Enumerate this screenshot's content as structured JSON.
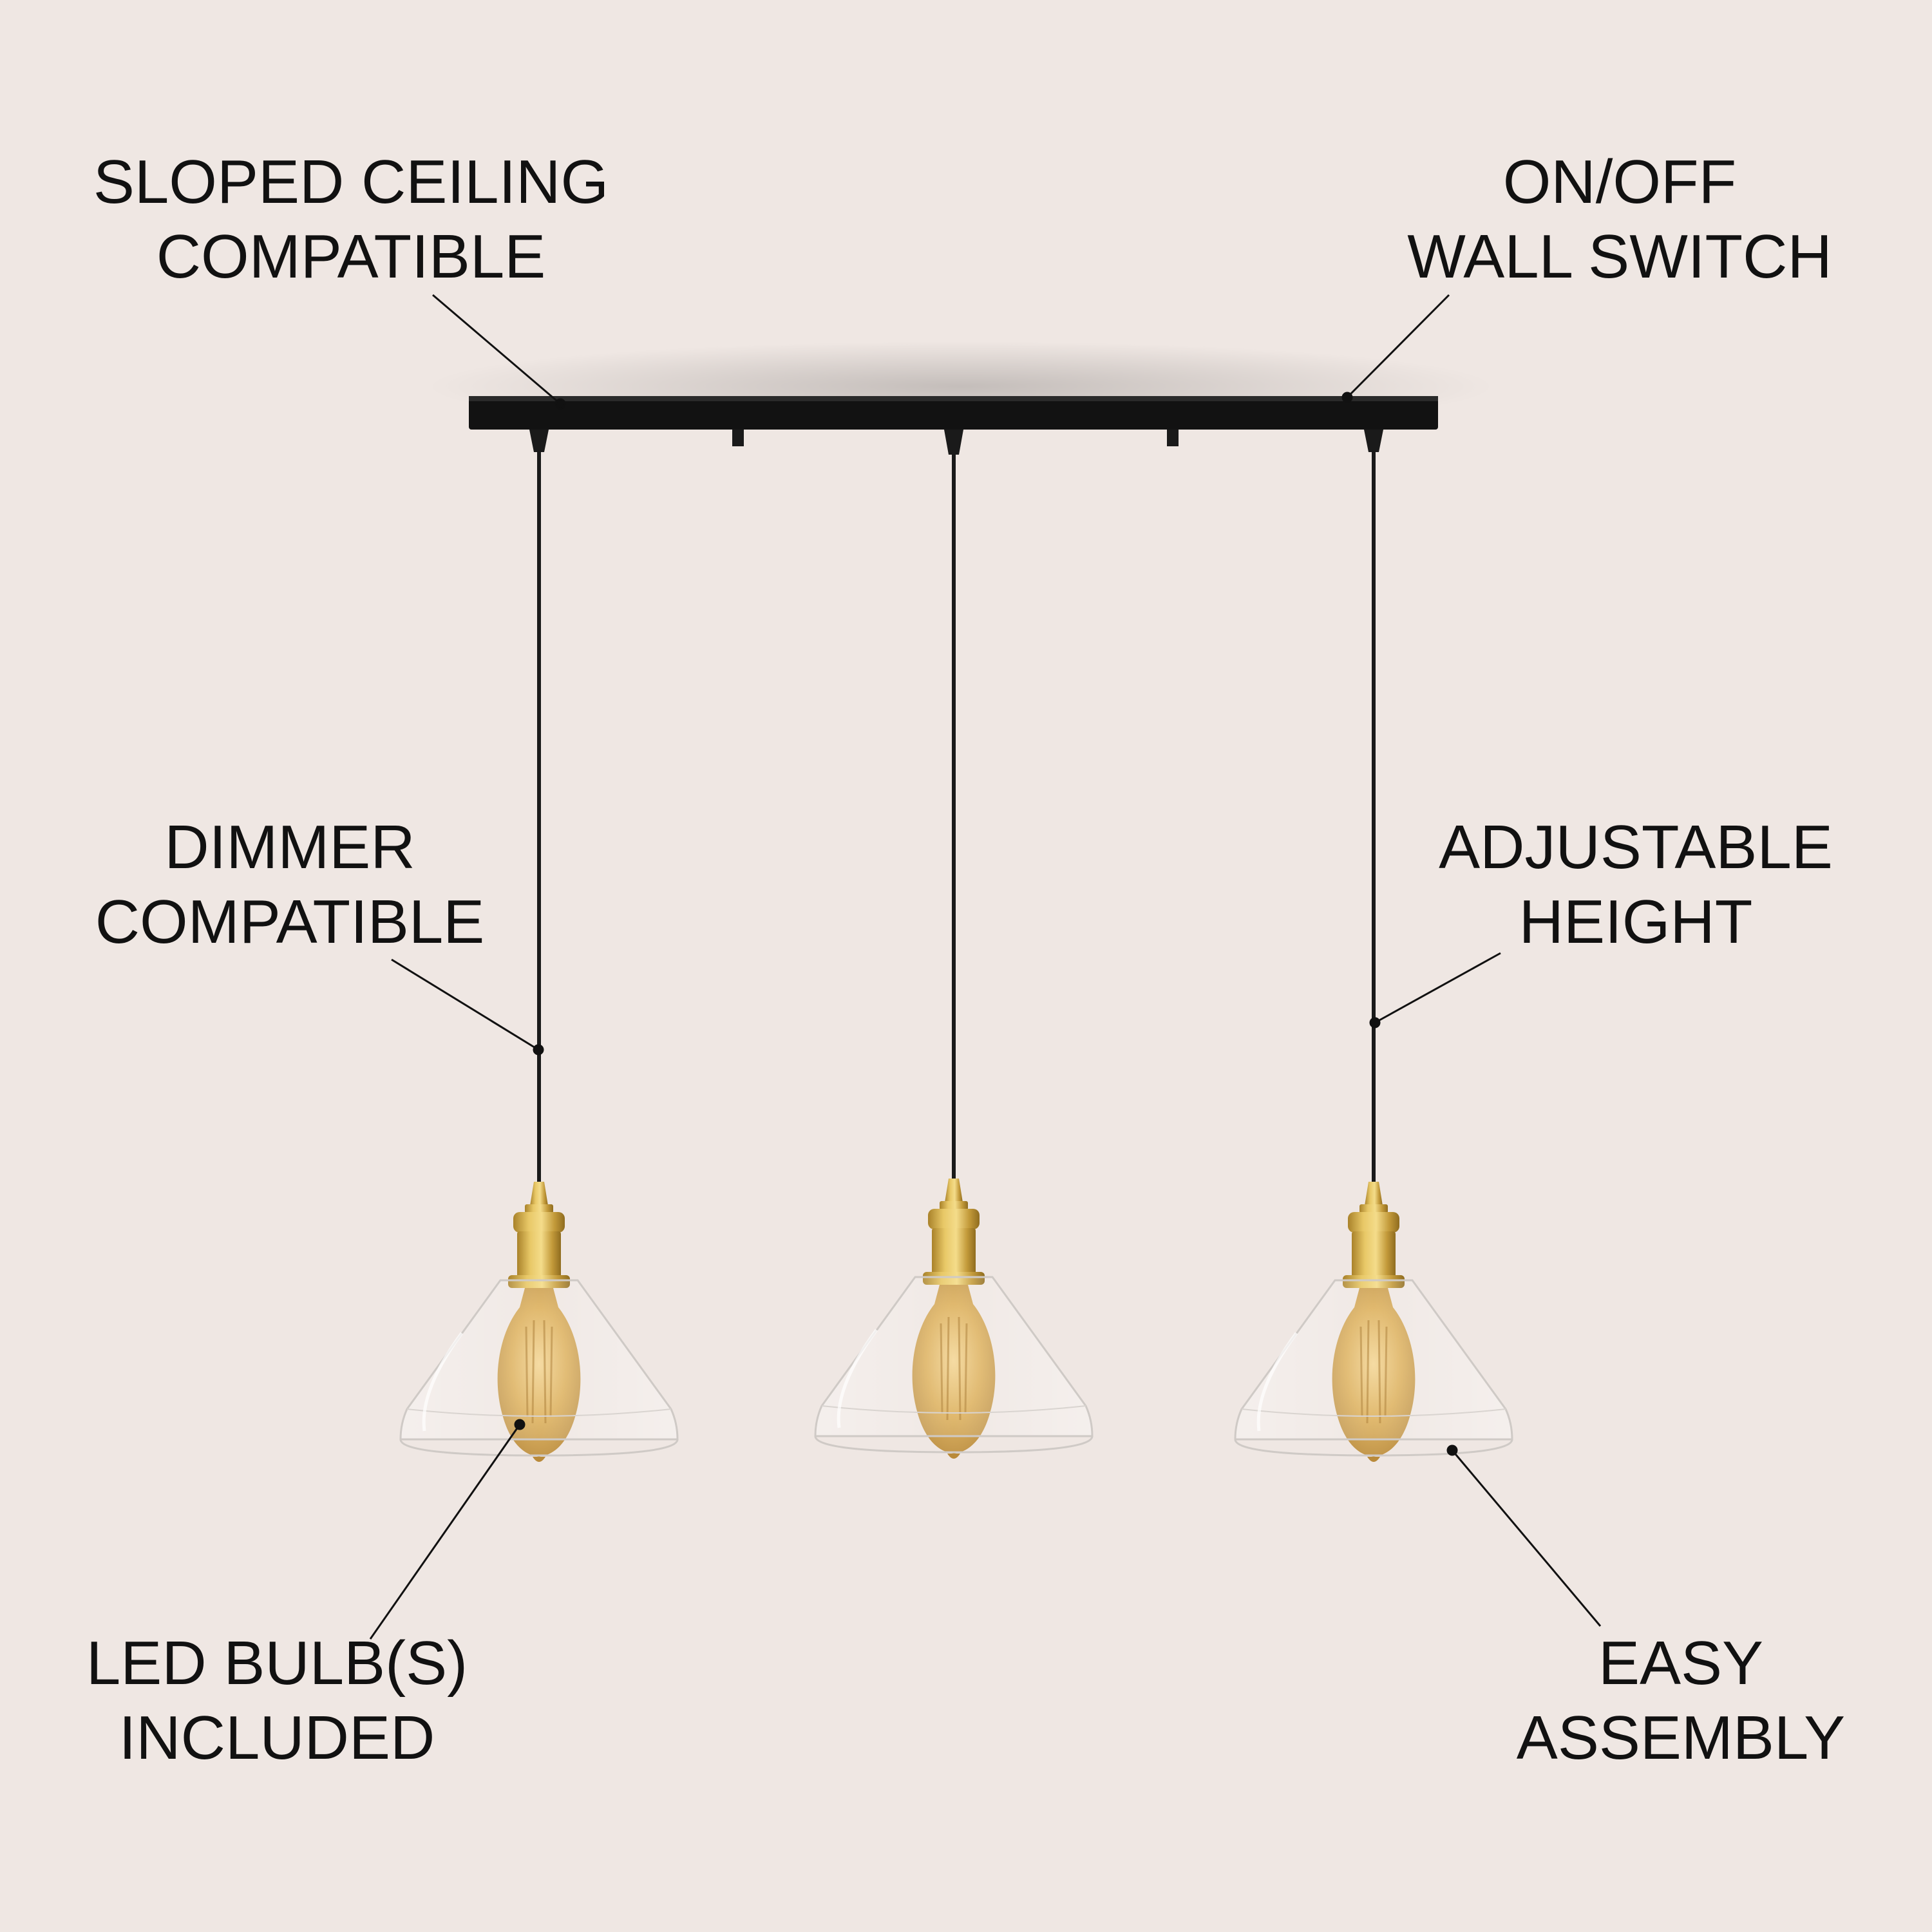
{
  "labels": {
    "sloped_ceiling": {
      "line1": "SLOPED CEILING",
      "line2": "COMPATIBLE"
    },
    "on_off_switch": {
      "line1": "ON/OFF",
      "line2": "WALL SWITCH"
    },
    "dimmer": {
      "line1": "DIMMER",
      "line2": "COMPATIBLE"
    },
    "adjustable_height": {
      "line1": "ADJUSTABLE",
      "line2": "HEIGHT"
    },
    "led_bulbs": {
      "line1": "LED BULB(S)",
      "line2": "INCLUDED"
    },
    "easy_assembly": {
      "line1": "EASY",
      "line2": "ASSEMBLY"
    }
  },
  "pendant_count": 3,
  "colors": {
    "background": "#efe7e3",
    "canopy": "#121212",
    "cord": "#1a1a1a",
    "brass": "#c9a53e",
    "glass_edge": "#c9c4c0",
    "bulb_amber": "#d9a648",
    "text": "#111111"
  }
}
